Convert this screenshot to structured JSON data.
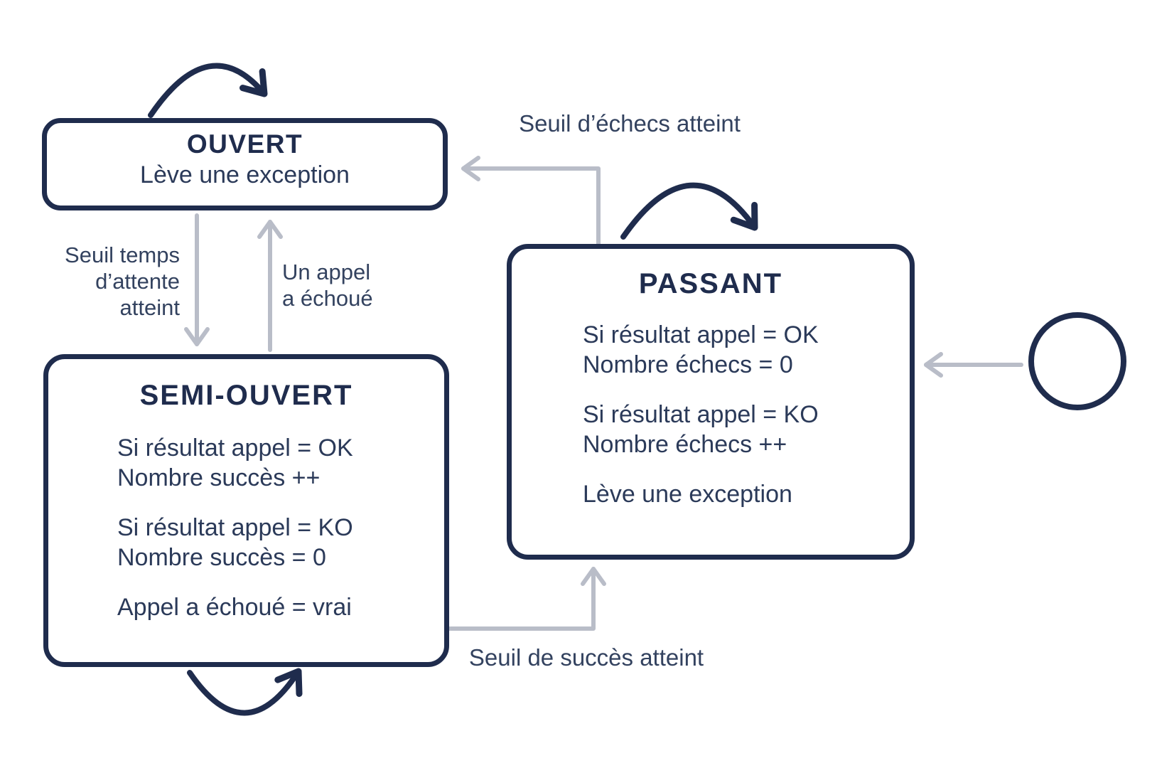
{
  "diagram": {
    "states": {
      "ouvert": {
        "title": "OUVERT",
        "subtitle": "Lève une exception"
      },
      "semi_ouvert": {
        "title": "SEMI-OUVERT",
        "paragraphs": [
          [
            "Si résultat appel = OK",
            "Nombre succès ++"
          ],
          [
            "Si résultat appel = KO",
            "Nombre succès = 0"
          ],
          [
            "Appel a échoué = vrai"
          ]
        ]
      },
      "passant": {
        "title": "PASSANT",
        "paragraphs": [
          [
            "Si résultat appel = OK",
            "Nombre échecs = 0"
          ],
          [
            "Si résultat appel = KO",
            "Nombre échecs ++"
          ],
          [
            "Lève une exception"
          ]
        ]
      }
    },
    "transitions": {
      "passant_to_ouvert_label": "Seuil d’échecs atteint",
      "ouvert_to_semi_ouvert_label": [
        "Seuil temps",
        "d’attente",
        "atteint"
      ],
      "semi_ouvert_to_ouvert_label": [
        "Un appel",
        "a échoué"
      ],
      "semi_ouvert_to_passant_label": "Seuil de succès atteint"
    },
    "icons": {
      "self_loop_ouvert": "self-loop-arrow",
      "self_loop_passant": "self-loop-arrow",
      "self_loop_semi_ouvert": "self-loop-arrow",
      "initial_state": "initial-state-circle"
    },
    "colors": {
      "navy": "#1f2c4d",
      "text": "#2b3a59",
      "gray": "#b9bdc8"
    }
  }
}
